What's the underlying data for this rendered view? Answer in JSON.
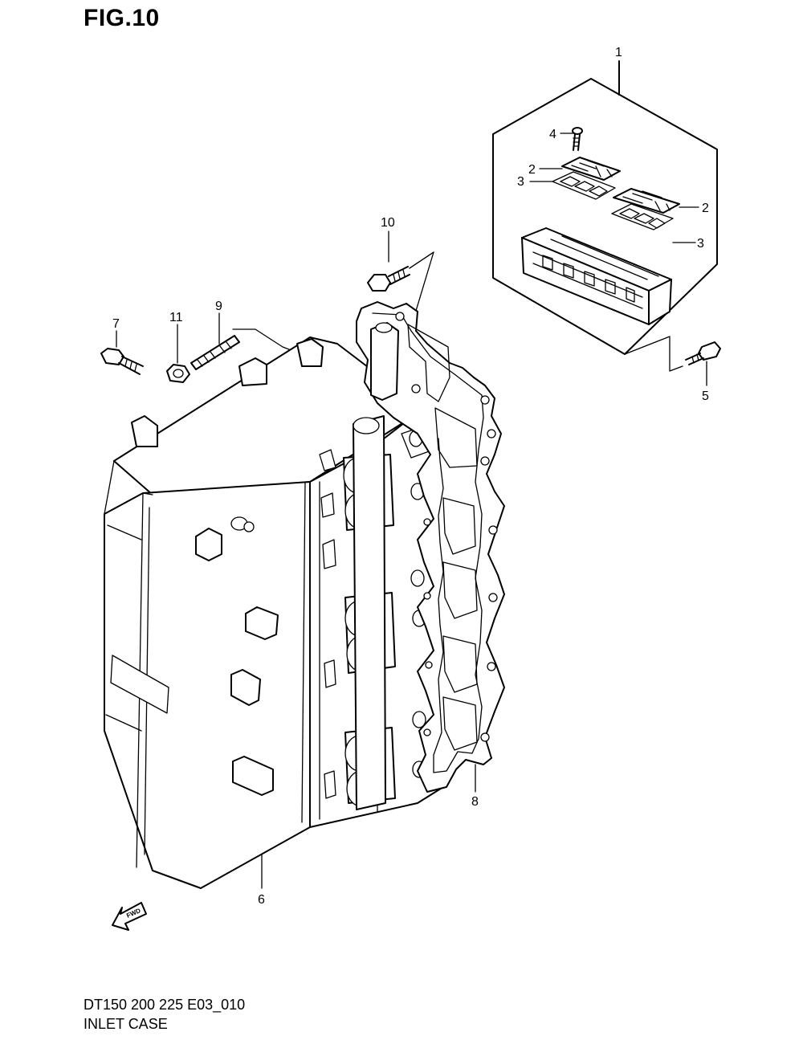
{
  "figure": {
    "title": "FIG.10"
  },
  "callouts": {
    "c1": "1",
    "c2a": "2",
    "c2b": "2",
    "c3a": "3",
    "c3b": "3",
    "c4": "4",
    "c5": "5",
    "c6": "6",
    "c7": "7",
    "c8": "8",
    "c9": "9",
    "c10": "10",
    "c11": "11"
  },
  "fwd_label": "FWD",
  "footer": {
    "code": "DT150 200 225 E03_010",
    "name": "INLET CASE"
  }
}
